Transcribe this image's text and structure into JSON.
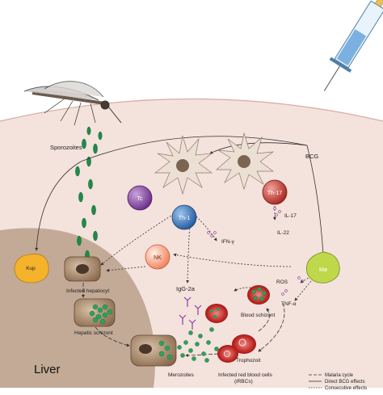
{
  "labels": {
    "sporozoites": "Sporozoites",
    "bcg": "BCG",
    "liver": "Liver",
    "kup": "Kup",
    "infected_hepatocyte": "Infected hepatocyt",
    "hepatic_schizont": "Hepatic schizont",
    "merozoites": "Merozoites",
    "tc": "Tc",
    "th1": "Th-1",
    "th17": "Th-17",
    "nk": "NK",
    "mo": "Mø",
    "ifn": "IFN-γ",
    "il17": "IL-17",
    "il22": "IL-22",
    "igg": "IgG-2a",
    "ros": "ROS",
    "tnf": "TNF-α",
    "blood_schizont": "Blood schizont",
    "trophozoit": "Trophozoit",
    "irbc_line1": "Infected red blood cells",
    "irbc_line2": "(iRBCs)"
  },
  "legend": {
    "items": [
      "Malaria cycle",
      "Direct BCG effects",
      "Consecutive effects"
    ]
  },
  "colors": {
    "skin": "#f4e2dc",
    "skin_edge": "#d9a9a0",
    "liver": "#c2aa96",
    "tc": "#7f3f98",
    "th1": "#2f6db5",
    "th17": "#c8342c",
    "nk": "#f07f5a",
    "mo": "#bfd84a",
    "kup": "#f5b32c",
    "parasite": "#1f8a4a",
    "rbc": "#b51f1f"
  }
}
